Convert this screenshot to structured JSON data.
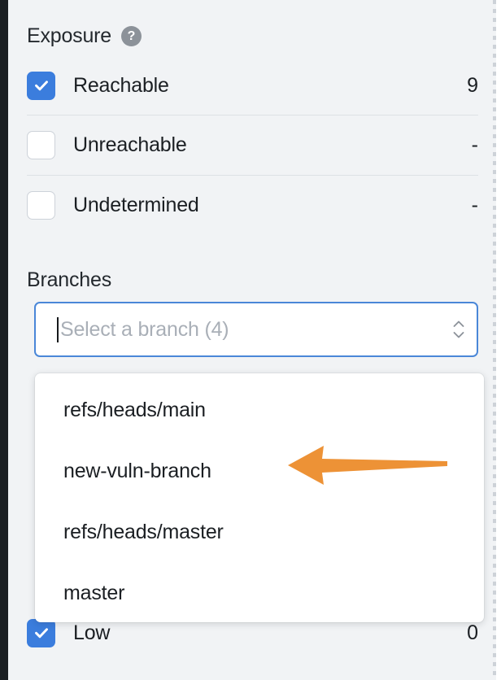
{
  "panel": {
    "exposure": {
      "title": "Exposure",
      "help_icon": "question-mark-icon",
      "help_glyph": "?",
      "items": [
        {
          "label": "Reachable",
          "value": "9",
          "checked": true
        },
        {
          "label": "Unreachable",
          "value": "-",
          "checked": false
        },
        {
          "label": "Undetermined",
          "value": "-",
          "checked": false
        }
      ]
    },
    "branches": {
      "title": "Branches",
      "select": {
        "placeholder": "Select a branch (4)",
        "value": "",
        "chevron_icon": "chevron-up-down-icon"
      },
      "dropdown_options": [
        "refs/heads/main",
        "new-vuln-branch",
        "refs/heads/master",
        "master"
      ]
    },
    "severity_partial": {
      "label": "Low",
      "value": "0",
      "checked": true
    }
  },
  "annotation": {
    "arrow_icon": "left-arrow-annotation",
    "color": "#ed9236",
    "points_to": "new-vuln-branch"
  },
  "colors": {
    "accent_blue": "#3b7ddd",
    "focus_border": "#4a87d8",
    "panel_bg": "#f1f3f5",
    "rail_dark": "#1b1f23",
    "divider": "#dde1e5",
    "annotation_orange": "#ed9236"
  }
}
